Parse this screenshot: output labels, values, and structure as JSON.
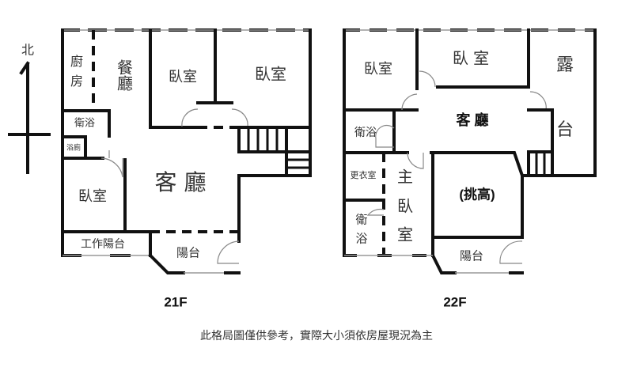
{
  "compass": {
    "north": "北"
  },
  "floor21": {
    "title": "21F",
    "rooms": {
      "kitchen": "廚房",
      "dining": "餐廳",
      "bath1": "衛浴",
      "bath2": "浴廁",
      "bed1": "臥室",
      "bed2": "臥室",
      "bed3": "臥室",
      "living": "客 廳",
      "utility_balcony": "工作陽台",
      "balcony": "陽台"
    }
  },
  "floor22": {
    "title": "22F",
    "rooms": {
      "bed1": "臥室",
      "bed2": "臥 室",
      "terrace_top": "露",
      "terrace_bottom": "台",
      "living": "客 廳",
      "bath1": "衛浴",
      "closet": "更衣室",
      "master_1": "主",
      "master_2": "臥",
      "master_3": "室",
      "bath2_1": "衛",
      "bath2_2": "浴",
      "void": "(挑高)",
      "balcony": "陽台"
    }
  },
  "footnote": "此格局圖僅供參考，實際大小須依房屋現況為主"
}
